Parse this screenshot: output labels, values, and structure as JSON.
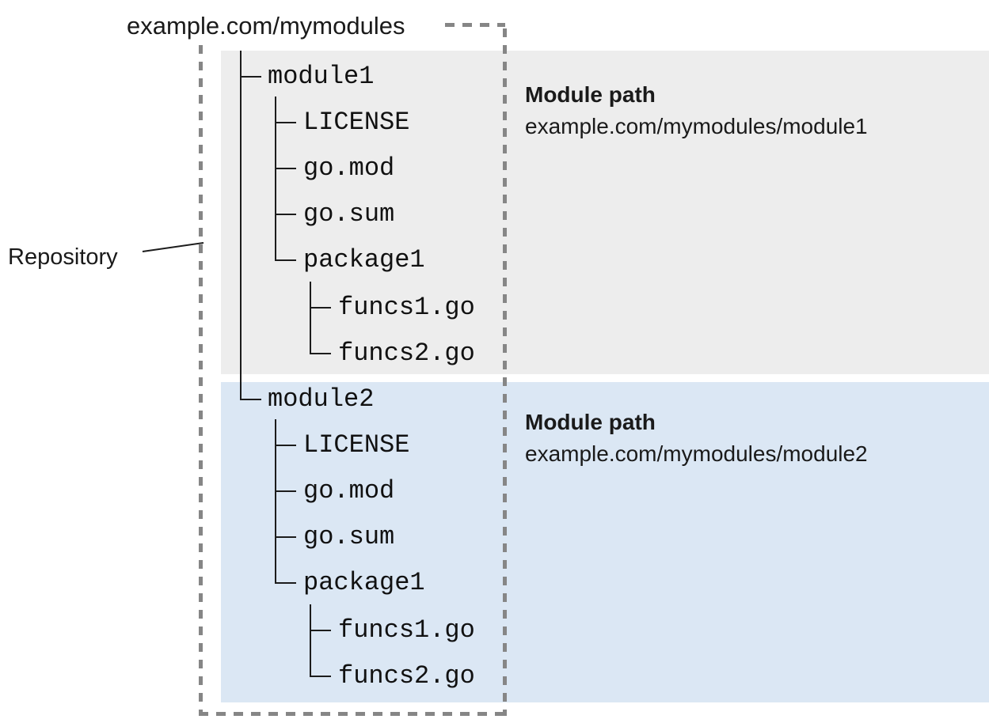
{
  "repo": {
    "host_label": "example.com/mymodules",
    "annotation": "Repository"
  },
  "modules": [
    {
      "name": "module1",
      "files": [
        "LICENSE",
        "go.mod",
        "go.sum"
      ],
      "package": {
        "name": "package1",
        "files": [
          "funcs1.go",
          "funcs2.go"
        ]
      },
      "path_label": "Module path",
      "path": "example.com/mymodules/module1",
      "panel_color": "#ededed"
    },
    {
      "name": "module2",
      "files": [
        "LICENSE",
        "go.mod",
        "go.sum"
      ],
      "package": {
        "name": "package1",
        "files": [
          "funcs1.go",
          "funcs2.go"
        ]
      },
      "path_label": "Module path",
      "path": "example.com/mymodules/module2",
      "panel_color": "#dbe7f4"
    }
  ],
  "colors": {
    "module1_panel": "#ededed",
    "module2_panel": "#dbe7f4",
    "repo_border": "#868686",
    "tree_line": "#1c1c1c"
  }
}
